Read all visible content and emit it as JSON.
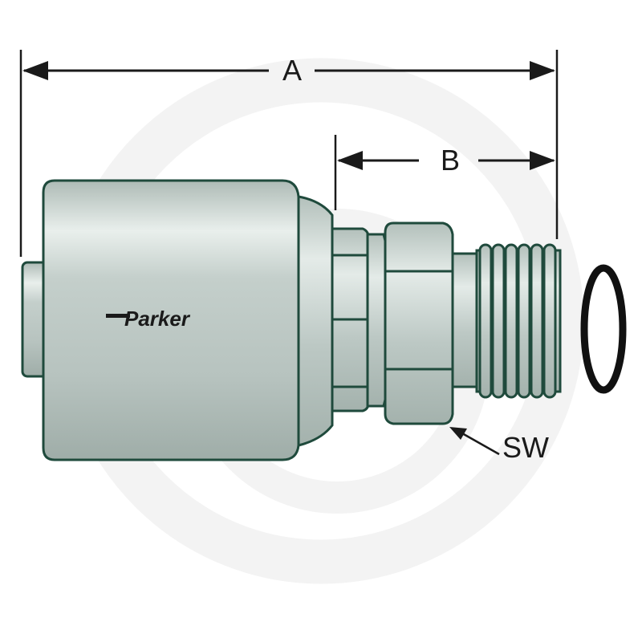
{
  "labels": {
    "dimension_a": "A",
    "dimension_b": "B",
    "wrench_size": "SW"
  },
  "brand": {
    "name": "Parker"
  },
  "colors": {
    "body_fill": "#c9d3cf",
    "body_highlight": "#eef2f0",
    "outline": "#1f4a3c",
    "dimension_line": "#1a1a1a",
    "watermark": "#f2f2f2"
  },
  "watermark": {
    "icon": "ring-logo-watermark"
  }
}
